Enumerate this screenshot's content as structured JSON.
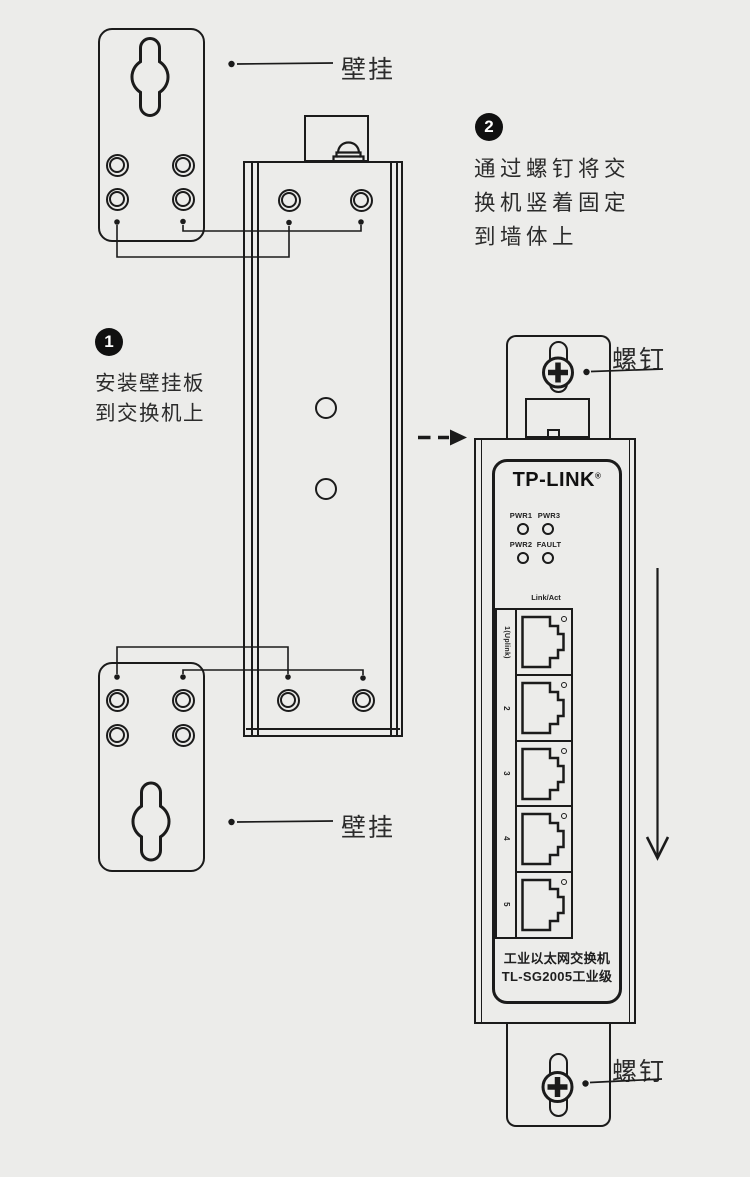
{
  "colors": {
    "background": "#ececea",
    "line": "#1b1b1b",
    "text": "#2b2b2b",
    "badge_background": "#101010",
    "badge_text": "#ffffff"
  },
  "steps": {
    "step1": {
      "number": "1",
      "line1": "安装壁挂板",
      "line2": "到交换机上"
    },
    "step2": {
      "number": "2",
      "line1": "通过螺钉将交",
      "line2": "换机竖着固定",
      "line3": "到墙体上"
    }
  },
  "callouts": {
    "wall_mount_top": "壁挂",
    "wall_mount_bottom": "壁挂",
    "screw_top": "螺钉",
    "screw_bottom": "螺钉"
  },
  "switch_front": {
    "brand": "TP-LINK",
    "registered_mark": "®",
    "led_labels_row1": [
      "PWR1",
      "PWR3"
    ],
    "led_labels_row2": [
      "PWR2",
      "FAULT"
    ],
    "link_act_label": "Link/Act",
    "port_labels": [
      "1(Uplink)",
      "2",
      "3",
      "4",
      "5"
    ],
    "product_name_line1": "工业以太网交换机",
    "product_name_line2": "TL-SG2005工业级"
  }
}
